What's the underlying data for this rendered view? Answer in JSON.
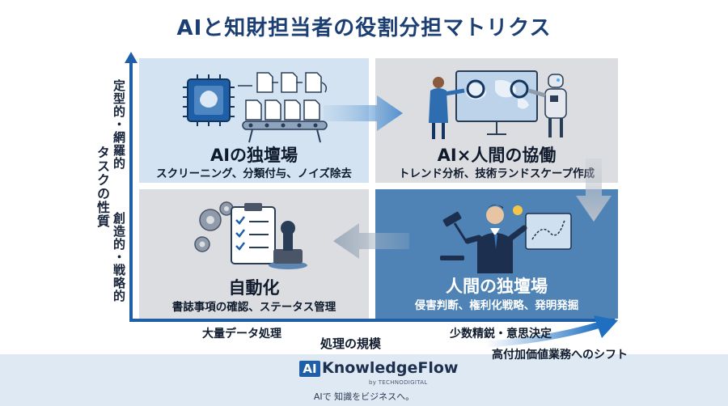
{
  "title": "AIと知財担当者の役割分担マトリクス",
  "y_axis": {
    "label": "タスクの性質",
    "top_label": "定型的・網羅的",
    "bottom_label": "創造的・戦略的"
  },
  "x_axis": {
    "label": "処理の規模",
    "left_label": "大量データ処理",
    "right_label": "少数精鋭・意思決定"
  },
  "shift_label": "高付加価値業務へのシフト",
  "quadrants": {
    "top_left": {
      "title": "AIの独壇場",
      "subtitle": "スクリーニング、分類付与、ノイズ除去"
    },
    "top_right": {
      "title": "AI×人間の協働",
      "subtitle": "トレンド分析、技術ランドスケープ作成"
    },
    "bottom_left": {
      "title": "自動化",
      "subtitle": "書誌事項の確認、ステータス管理"
    },
    "bottom_right": {
      "title": "人間の独壇場",
      "subtitle": "侵害判断、権利化戦略、発明発掘"
    }
  },
  "brand": {
    "mark": "AI",
    "name": "KnowledgeFlow",
    "by": "by TECHNODIGITAL",
    "tagline": "AIで 知識をビジネスへ。"
  },
  "illustrations": {
    "top_left": "ai-chip-conveyor-documents-icon",
    "top_right": "human-robot-analyzing-map-icon",
    "bottom_left": "gears-checklist-stamp-icon",
    "bottom_right": "businessman-gavel-strategy-icon"
  },
  "colors": {
    "title": "#1c3f73",
    "axis": "#1f5fa8",
    "top_left_bg": "#d3e3f1",
    "neutral_bg": "#dcdde0",
    "bottom_right_bg": "#4f83b5",
    "banner_bg": "#dfe9f4"
  }
}
